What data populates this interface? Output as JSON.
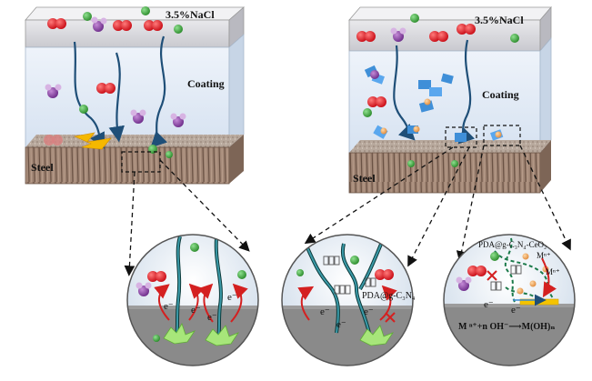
{
  "panels": {
    "left": {
      "solution_label": "3.5%NaCl",
      "coating_label": "Coating",
      "substrate_label": "Steel"
    },
    "right": {
      "solution_label": "3.5%NaCl",
      "coating_label": "Coating",
      "substrate_label": "Steel"
    }
  },
  "zooms": {
    "zoom1": {
      "electron_labels": [
        "e⁻",
        "e⁻",
        "e⁻",
        "e⁻"
      ]
    },
    "zoom2": {
      "filler_label": "PDA@g-C₃N₄",
      "electron_labels": [
        "e⁻",
        "e⁻",
        "e⁻"
      ]
    },
    "zoom3": {
      "filler_label": "PDA@g-C₃N₄-CeO₂",
      "metal_ion_labels": [
        "Mⁿ⁺",
        "Mⁿ⁺"
      ],
      "electron_labels": [
        "e⁻",
        "e⁻"
      ],
      "reaction": "M ⁿ⁺+n OH⁻⟶M(OH)ₙ"
    }
  },
  "colors": {
    "oxygen_red": "#e0141e",
    "chloride_green": "#3aa53a",
    "water_purple": "#9a4db0",
    "crack_blue": "#1f4f78",
    "steel_brown": "#8a6f5c",
    "coating_blue": "#dde8f5",
    "filler_blue": "#3f8fd8",
    "arrow_red": "#d42020",
    "corrosion_green": "#a7e67a"
  }
}
